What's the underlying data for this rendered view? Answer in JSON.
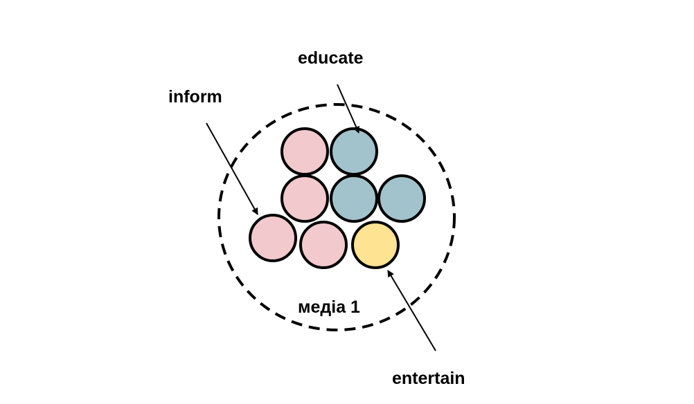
{
  "labels": {
    "inform": "inform",
    "educate": "educate",
    "entertain": "entertain",
    "container": "медіа 1"
  },
  "colors": {
    "inform": "#f2c9cc",
    "educate": "#a2c3cb",
    "entertain": "#fde392",
    "outline": "#000000",
    "background": "#ffffff"
  },
  "boundary_style": "dashed-circle",
  "circles": [
    {
      "category": "inform"
    },
    {
      "category": "educate"
    },
    {
      "category": "inform"
    },
    {
      "category": "educate"
    },
    {
      "category": "educate"
    },
    {
      "category": "inform"
    },
    {
      "category": "inform"
    },
    {
      "category": "entertain"
    }
  ]
}
